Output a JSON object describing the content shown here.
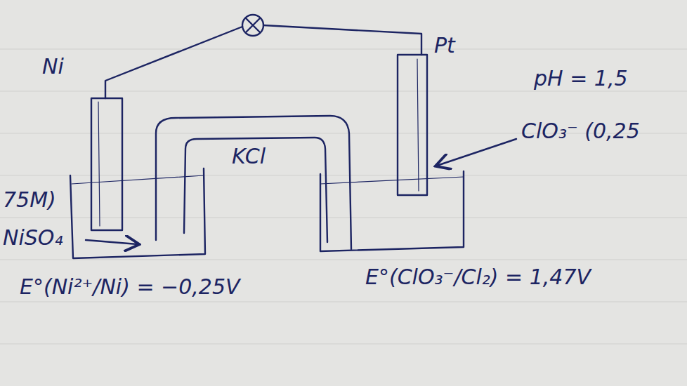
{
  "diagram": {
    "labels": [
      "Ni",
      "Pt",
      "KCl",
      "pH = 1,5",
      "ClO₃⁻ (0,25",
      "75M)",
      "NiSO₄",
      "E°(Ni²⁺/Ni) = −0,25V",
      "E°(ClO₃⁻/Cl₂) = 1,47V"
    ]
  }
}
